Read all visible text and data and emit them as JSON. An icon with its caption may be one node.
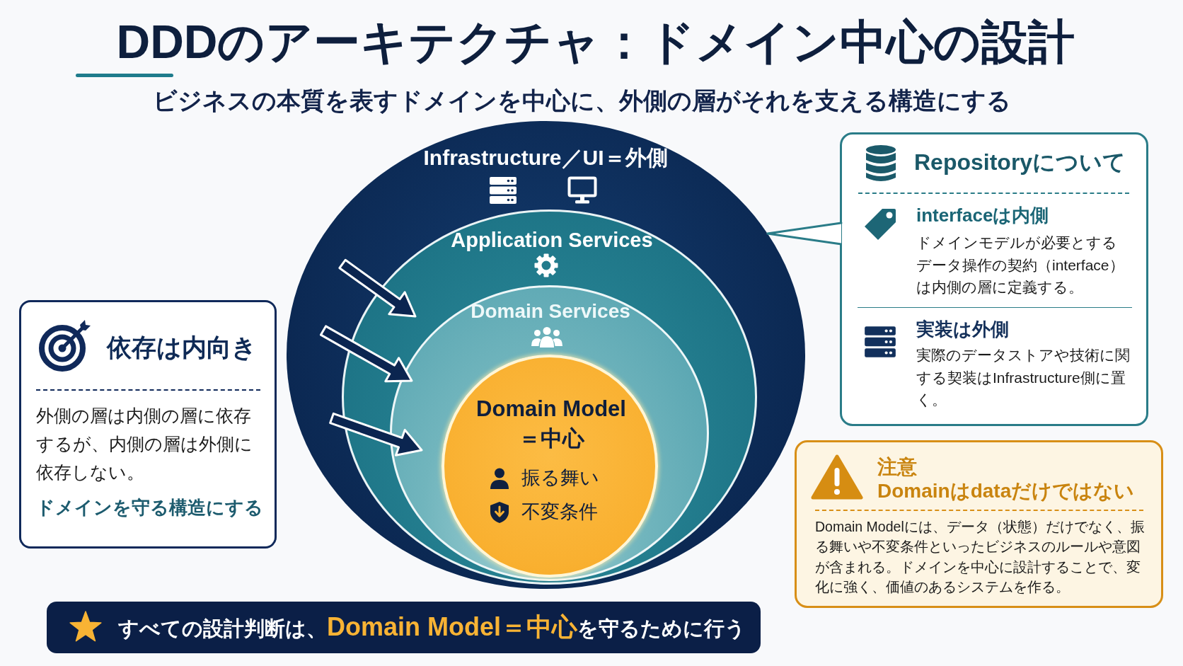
{
  "diagram": {
    "title": "DDDのアーキテクチャ：ドメイン中心の設計",
    "nodes": [
      {
        "text": [
          "Infrastructure／UI＝外側"
        ]
      },
      {
        "text": [
          "Application Services"
        ],
        "in": 0
      },
      {
        "text": [
          "Domain Services"
        ],
        "in": 1
      },
      {
        "text": [
          "Domain Model ＝中心",
          "振る舞い",
          "不変条件"
        ],
        "in": 2
      },
      {
        "text": [
          "依存は内向き",
          "外側の層は内側の層に依存するが、内側の層は外側に依存しない。",
          "ドメインを守る構造にする"
        ]
      },
      {
        "text": [
          "Repositoryについて",
          "interfaceは内側",
          "ドメインモデルが必要とするデータ操作の契約（interface）は内側の層に定義する。",
          "実装は外側",
          "実際のデータストアや技術に関する契装はInfrastructure側に置く。"
        ]
      },
      {
        "text": [
          "注意",
          "Domainはdataだけではない",
          "Domain Modelには、データ（状態）だけでなく、振る舞いや不変条件といったビジネスのルールや意図が含まれる。ドメインを中心に設計することで、変化に強く、価値のあるシステムを作る。"
        ]
      },
      {
        "text": [
          "すべての設計判断は、**Domain Model＝中心**を守るために行う"
        ]
      }
    ],
    "edges": [
      {
        "from": 5,
        "to": 0,
        "arrow": "none"
      }
    ],
    "labels": [
      "ビジネスの本質を表すドメインを中心に、外側の層がそれを支える構造にする"
    ]
  }
}
